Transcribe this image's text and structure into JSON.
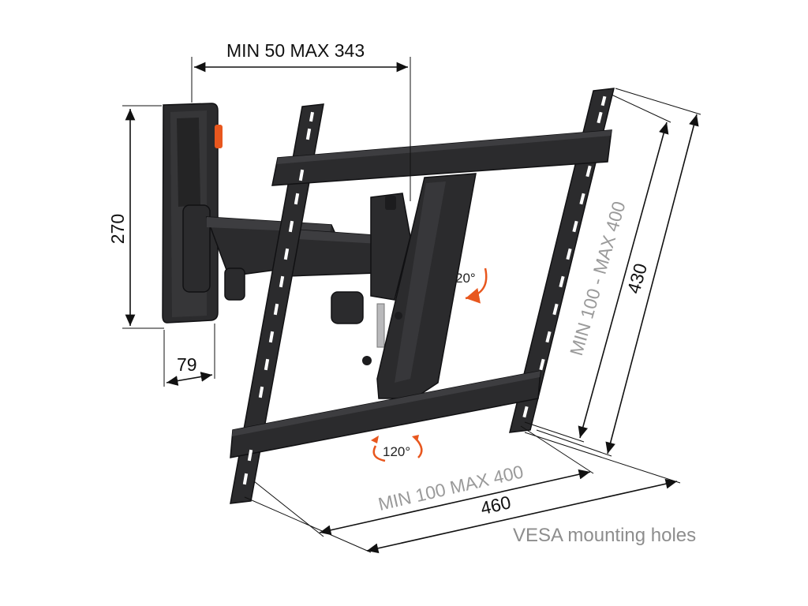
{
  "dimensions": {
    "depth_range": "MIN 50  MAX 343",
    "wall_plate_height": "270",
    "wall_plate_depth": "79",
    "vesa_vertical": "MIN 100 - MAX 400",
    "overall_height": "430",
    "vesa_horizontal": "MIN 100   MAX 400",
    "overall_width": "460"
  },
  "rotation": {
    "tilt": "20°",
    "swivel": "120°"
  },
  "caption": "VESA mounting holes",
  "colors": {
    "metal": "#2b2b2d",
    "accent_orange": "#e8571e",
    "dim_dark": "#111111",
    "dim_grey": "#9a9a9a"
  }
}
